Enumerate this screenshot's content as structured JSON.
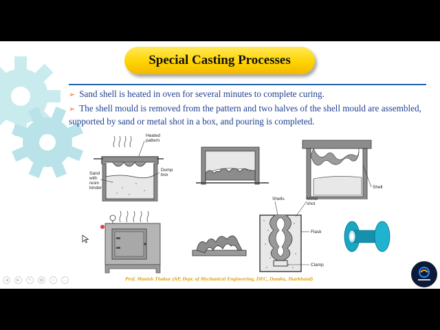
{
  "slide": {
    "title": "Special Casting Processes",
    "bullets": [
      "Sand shell is heated in oven for several minutes to complete curing.",
      "The shell mould is removed from the pattern and two halves of the shell mould are assembled, supported by sand or metal shot in a box, and pouring is completed."
    ],
    "footer": "Prof. Manish Thakur (AP, Dept. of Mechanical Engineering, DEC, Dumka, Jharkhand)"
  },
  "figure_labels": {
    "heated_pattern_1": "Heated",
    "heated_pattern_2": "pattern",
    "dump_box_1": "Dump",
    "dump_box_2": "box",
    "sand_1": "Sand",
    "sand_2": "with",
    "sand_3": "resin",
    "sand_4": "binder",
    "shell": "Shell",
    "shells": "Shells",
    "metal_shot_1": "Metal",
    "metal_shot_2": "shot",
    "flask": "Flask",
    "clamp": "Clamp"
  },
  "colors": {
    "title_fill": "#ffd400",
    "bullet_text": "#1f3f8f",
    "bullet_arrow": "#ff6a1a",
    "rule": "#1f5fa8",
    "gear": "#bfe6ea",
    "footer": "#e0a000",
    "casting": "#1aa7c4"
  },
  "icons": [
    "gear-decoration-icon",
    "arrow-bullet-icon",
    "mouse-cursor-icon",
    "channel-logo-icon",
    "prev-nav-icon",
    "next-nav-icon"
  ]
}
